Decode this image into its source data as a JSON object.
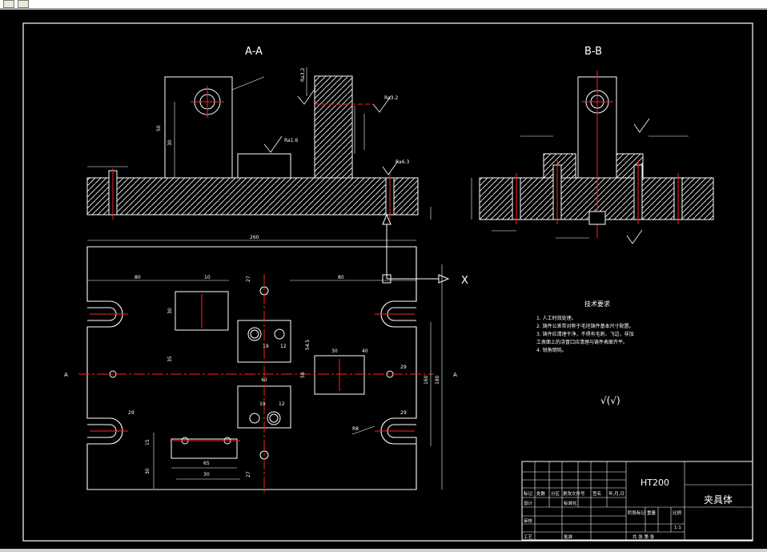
{
  "colors": {
    "background": "#000000",
    "line": "#ffffff",
    "center_line": "#ff2020",
    "dim": "#ffffff"
  },
  "views": {
    "section_aa": "A-A",
    "section_bb": "B-B",
    "axis_x": "X",
    "mark_a": "A"
  },
  "dimensions": {
    "overall_width": "260",
    "left_40": "80",
    "right_40": "80",
    "h27_top": "27",
    "h27_bottom": "27",
    "w30_block": "30",
    "w10": "10",
    "h30": "30",
    "h35": "35",
    "h19": "19",
    "h12": "12",
    "h40": "40",
    "w40": "40",
    "w30b": "30",
    "w29": "29",
    "r8": "R8",
    "w_small": "15",
    "h_small": "30",
    "w65": "65",
    "w30c": "30",
    "side_160": "160",
    "side_180": "180",
    "s54": "54.5",
    "s58": "58"
  },
  "roughness": {
    "r1": "Ra3.2",
    "r2": "Ra1.6",
    "r3": "Ra6.3",
    "r4": "Ra3.2"
  },
  "tech": {
    "title": "技术要求",
    "line1": "1. 人工时效处理。",
    "line2": "2. 铸件公差带对称于毛坯铸件基本尺寸配置。",
    "line3": "3. 铸件应清理干净，不得有毛刺、飞边，非加",
    "line4": "工表面上的浇冒口应清理与铸件表面齐平。",
    "line5": "4. 锐角倒钝。",
    "check": "√(√)"
  },
  "titleblock": {
    "material": "HT200",
    "name": "夹具体",
    "scale": "1:1",
    "h_mark": "标记",
    "h_count": "处数",
    "h_zone": "分区",
    "h_doc": "更改文件号",
    "h_sign": "签名",
    "h_date": "年,月,日",
    "h_design": "设计",
    "h_std": "标准化",
    "h_stage": "阶段标记",
    "h_weight": "重量",
    "h_ratio": "比例",
    "h_review": "审核",
    "h_craft": "工艺",
    "h_approve": "批准",
    "h_sheets": "共  张  第  张"
  }
}
